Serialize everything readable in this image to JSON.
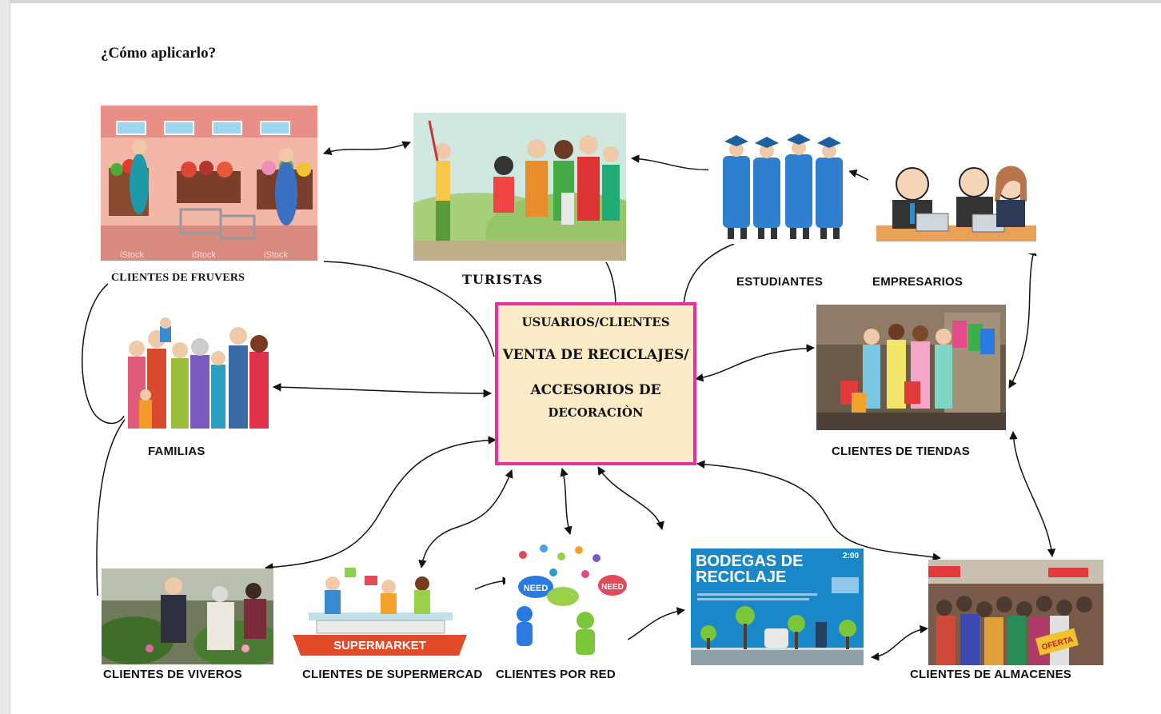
{
  "heading": "¿Cómo aplicarlo?",
  "center": {
    "line1": "USUARIOS/CLIENTES",
    "line2": "VENTA DE RECICLAJES/",
    "line3": "ACCESORIOS DE",
    "line4": "DECORACIÒN",
    "fill_color": "#fdebc8",
    "border_color": "#e62ea6"
  },
  "nodes": {
    "fruvers": {
      "label": "CLIENTES DE FRUVERS",
      "watermark": "iStock"
    },
    "turistas": {
      "label": "TURISTAS"
    },
    "estudiantes": {
      "label": "ESTUDIANTES"
    },
    "empresarios": {
      "label": "EMPRESARIOS"
    },
    "familias": {
      "label": "FAMILIAS"
    },
    "tiendas": {
      "label": "CLIENTES DE TIENDAS"
    },
    "viveros": {
      "label": "CLIENTES DE VIVEROS"
    },
    "supermercado": {
      "label": "CLIENTES DE SUPERMERCAD",
      "sign": "SUPERMARKET"
    },
    "red": {
      "label": "CLIENTES POR RED",
      "bubble": "NEED"
    },
    "bodegas": {
      "label": "",
      "poster_line1": "BODEGAS DE",
      "poster_line2": "RECICLAJE",
      "poster_time": "2:00"
    },
    "almacenes": {
      "label": "CLIENTES DE ALMACENES",
      "sign": "OFERTA"
    }
  }
}
